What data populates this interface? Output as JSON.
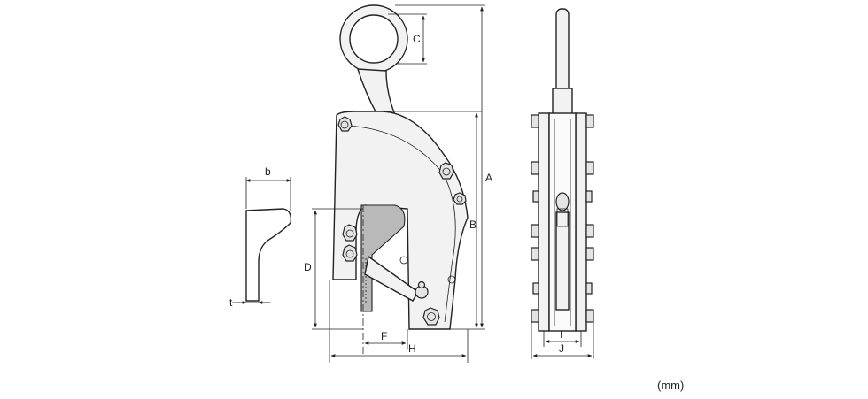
{
  "dimension_labels": {
    "A": "A",
    "B": "B",
    "C": "C",
    "D": "D",
    "F": "F",
    "H": "H",
    "I": "I",
    "J": "J",
    "b": "b",
    "t": "t"
  },
  "unit_note": "(mm)"
}
